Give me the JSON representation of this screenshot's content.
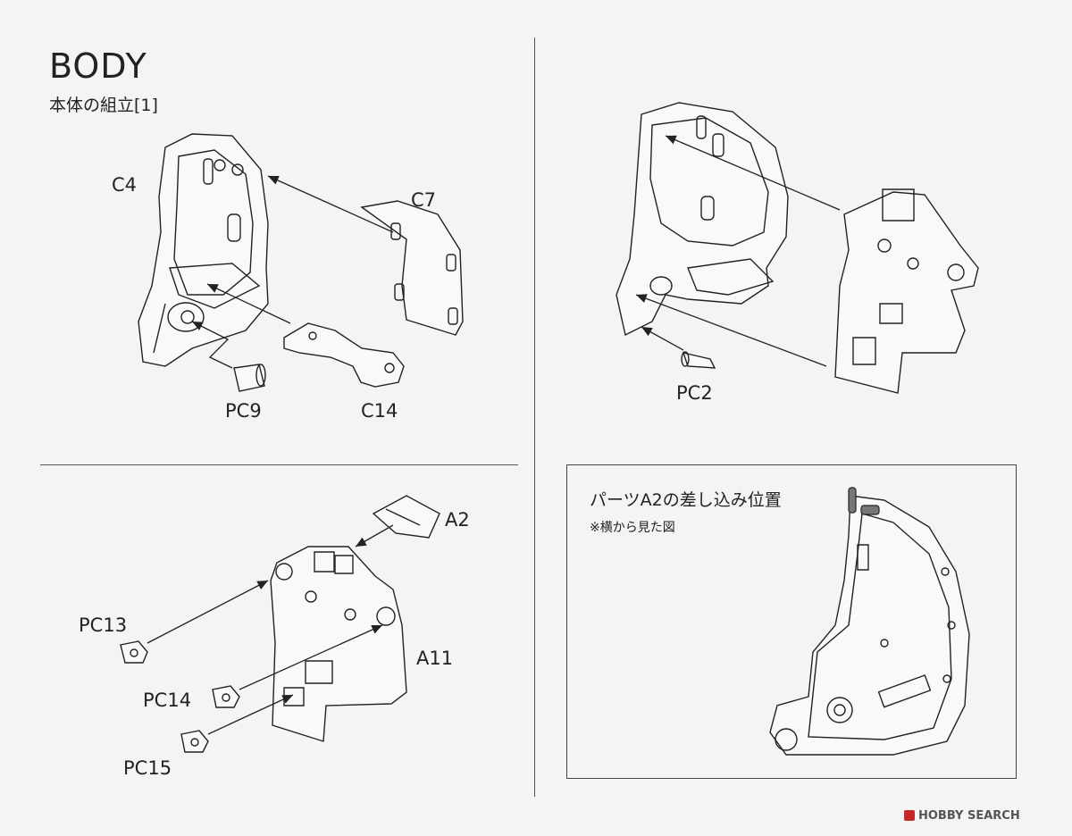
{
  "header": {
    "title": "BODY",
    "subtitle": "本体の組立[1]"
  },
  "step1": {
    "labels": {
      "c4": "C4",
      "c7": "C7",
      "pc9": "PC9",
      "c14": "C14"
    }
  },
  "step2": {
    "labels": {
      "pc2": "PC2"
    }
  },
  "step3": {
    "labels": {
      "a2": "A2",
      "pc13": "PC13",
      "a11": "A11",
      "pc14": "PC14",
      "pc15": "PC15"
    }
  },
  "note": {
    "title": "パーツA2の差し込み位置",
    "subtitle": "※横から見た図"
  },
  "watermark": {
    "text": "HOBBY SEARCH"
  }
}
